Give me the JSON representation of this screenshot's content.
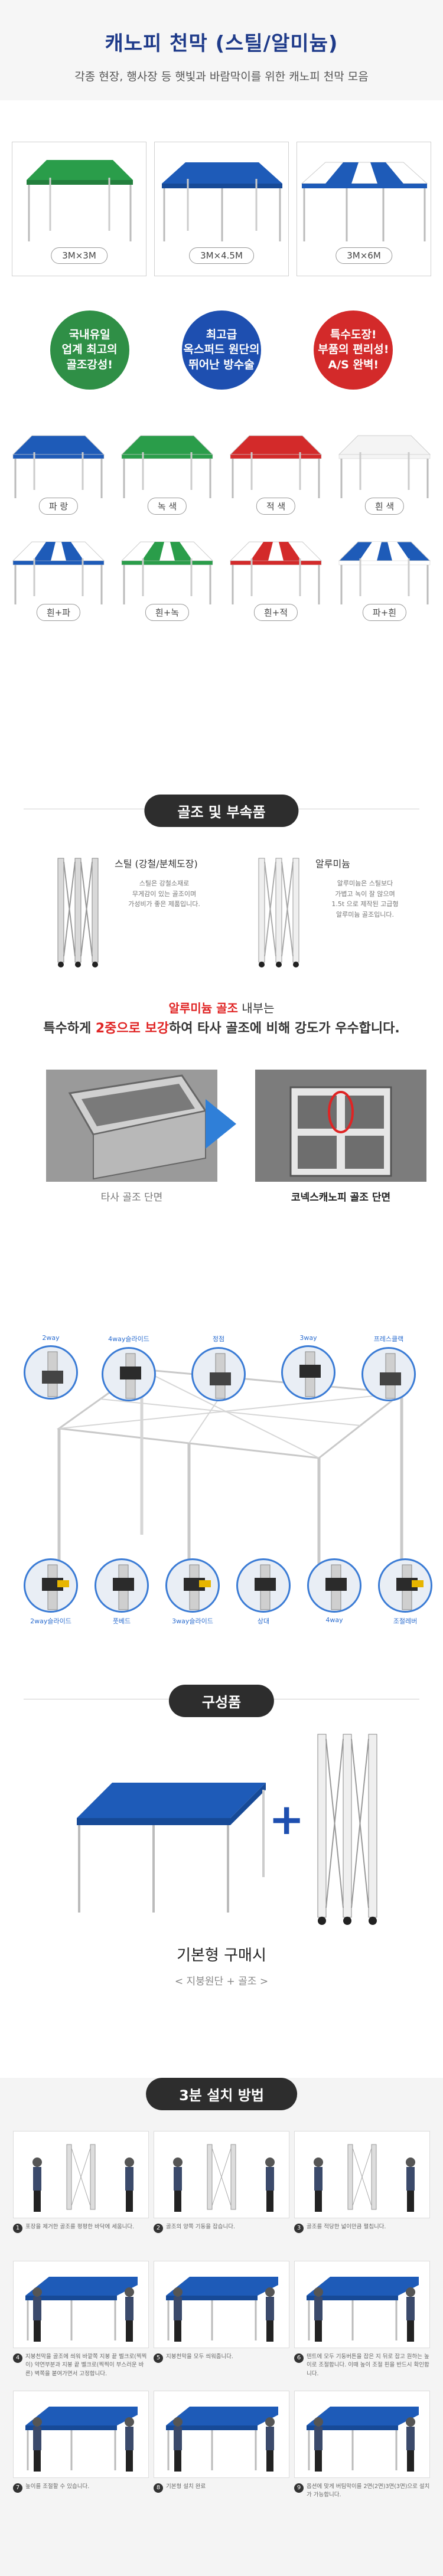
{
  "header": {
    "title": "캐노피 천막 (스틸/알미늄)",
    "subtitle": "각종 현장, 행사장 등 햇빛과 바람막이를 위한 캐노피 천막 모음"
  },
  "sizes": [
    {
      "label": "3M×3M",
      "color": "#2a9d4a"
    },
    {
      "label": "3M×4.5M",
      "color": "#1e5bb8"
    },
    {
      "label": "3M×6M",
      "color": "#1e5bb8"
    }
  ],
  "badges": [
    {
      "text": "국내유일\n업계 최고의\n골조강성!",
      "tone": "green"
    },
    {
      "text": "최고급\n옥스퍼드 원단의\n뛰어난 방수술",
      "tone": "blue"
    },
    {
      "text": "특수도장!\n부품의 편리성!\nA/S 완벽!",
      "tone": "red"
    }
  ],
  "colors": [
    {
      "label": "파 랑",
      "main": "#1e5bb8",
      "alt": "#1e5bb8"
    },
    {
      "label": "녹 색",
      "main": "#2a9d4a",
      "alt": "#2a9d4a"
    },
    {
      "label": "적 색",
      "main": "#d32a2a",
      "alt": "#d32a2a"
    },
    {
      "label": "흰 색",
      "main": "#f4f4f4",
      "alt": "#f4f4f4"
    },
    {
      "label": "흰+파",
      "main": "#ffffff",
      "alt": "#1e5bb8"
    },
    {
      "label": "흰+녹",
      "main": "#ffffff",
      "alt": "#2a9d4a"
    },
    {
      "label": "흰+적",
      "main": "#ffffff",
      "alt": "#d32a2a"
    },
    {
      "label": "파+흰",
      "main": "#1e5bb8",
      "alt": "#ffffff"
    }
  ],
  "frame_section": {
    "title": "골조 및 부속품",
    "steel_name": "스틸 (강철/분체도장)",
    "steel_desc": "스틸은 강철소재로\n무게감이 있는 골조이며\n가성비가 좋은 제품입니다.",
    "alu_name": "알루미늄",
    "alu_desc": "알루미늄은 스틸보다\n가볍고 녹이 잘 않으며\n1.5t 으로 제작된 고급형\n알루미늄 골조입니다.",
    "alu_line1_red": "알루미늄 골조",
    "alu_line1_rest": " 내부는",
    "alu_line2_pre": "특수하게 ",
    "alu_line2_red": "2중으로 보강",
    "alu_line2_post": "하여 타사 골조에 비해 강도가 우수합니다.",
    "other_label": "타사 골조 단면",
    "ours_label": "코넥스캐노피 골조 단면"
  },
  "parts_top": [
    "2way",
    "4way슬라이드",
    "정점",
    "3way",
    "프레스클랙"
  ],
  "parts_bottom": [
    "2way슬라이드",
    "풋베드",
    "3way슬라이드",
    "상대",
    "4way",
    "조절레버"
  ],
  "composition": {
    "title": "구성품",
    "basic_title": "기본형 구매시",
    "basic_sub": "< 지붕원단 + 골조 >"
  },
  "install": {
    "title": "3분 설치 방법",
    "steps": [
      {
        "num": "1",
        "text": "포장을 제거한 골조를 평평한 바닥에 세웁니다."
      },
      {
        "num": "2",
        "text": "골조의 양쪽 기둥을 잡습니다."
      },
      {
        "num": "3",
        "text": "골조를 적당한 넓이만큼 펼칩니다."
      },
      {
        "num": "4",
        "text": "지붕천막을 골조에 씌워 바깥쪽 지붕 끝 벨크로(찍찍이) 약연부분과 지붕 끝 벨크로(찍찍이 부스러운 바른) 벽쪽을 붙여가면서 고정합니다."
      },
      {
        "num": "5",
        "text": "지붕천막을 모두 씌워줍니다."
      },
      {
        "num": "6",
        "text": "텐트에 모두 기둥버튼을 잡은 지 뒤로 잡고 원하는 높이로 조절합니다. 이때 높이 조절 핀을 반드시 확인합니다."
      },
      {
        "num": "7",
        "text": "높이를 조절할 수 있습니다."
      },
      {
        "num": "8",
        "text": "기본형 설치 완료"
      },
      {
        "num": "9",
        "text": "옵션에 맞게 버팀막이를 2면(2면)3면(3면)으로 설치가 가능합니다."
      }
    ]
  }
}
